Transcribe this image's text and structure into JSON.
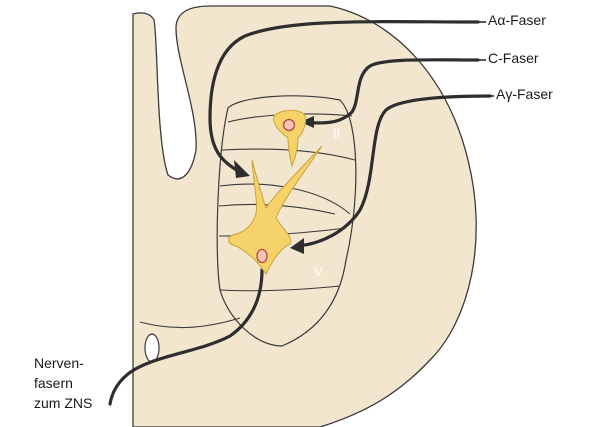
{
  "labels": {
    "a_alpha": "Aα-Faser",
    "c_fiber": "C-Faser",
    "a_gamma": "Aγ-Faser",
    "nerve_line1": "Nerven-",
    "nerve_line2": "fasern",
    "nerve_line3": "zum ZNS"
  },
  "laminae": {
    "ii": "II",
    "v": "V"
  },
  "colors": {
    "tissue": "#f2e6cf",
    "grey_matter": "#f2e6cf",
    "outline": "#3a3a3a",
    "fiber": "#2e2e2e",
    "neuron_fill": "#f6d36a",
    "neuron_stroke": "#c9a13a",
    "nucleus_fill": "#f6c3b8",
    "nucleus_stroke": "#b5473f"
  }
}
